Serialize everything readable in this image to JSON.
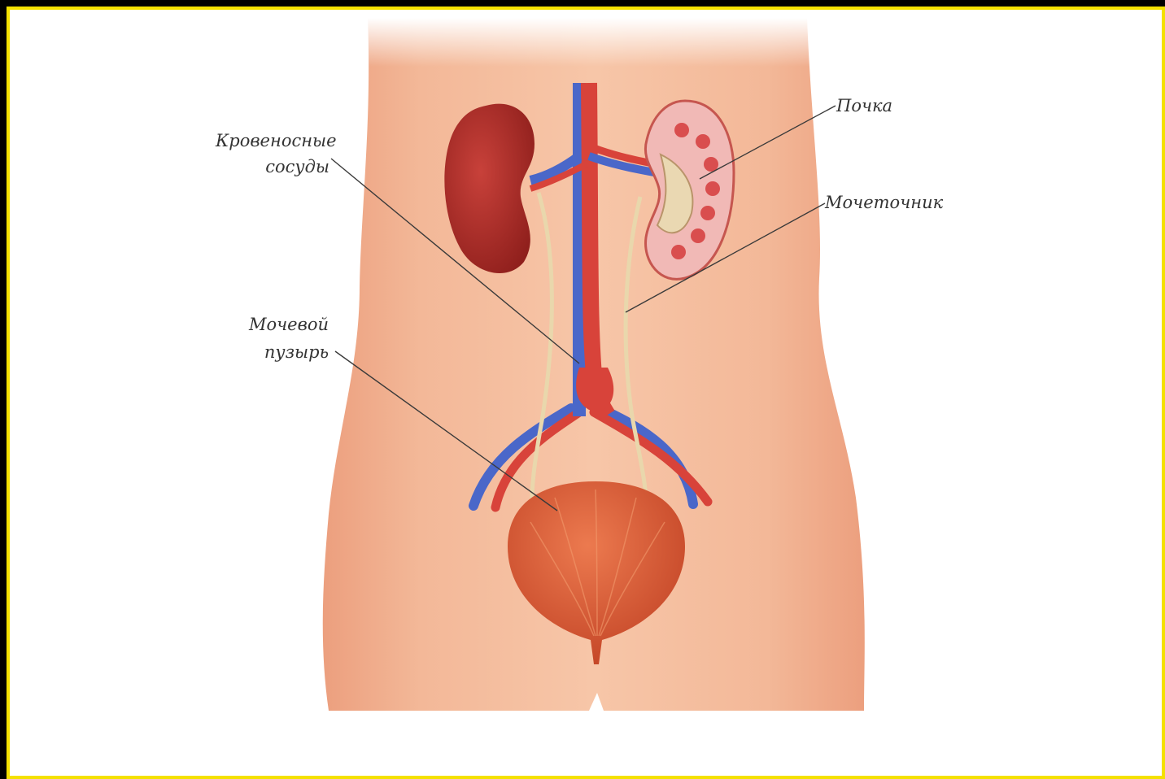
{
  "labels": {
    "blood_vessels_line1": "Кровеносные",
    "blood_vessels_line2": "сосуды",
    "kidney": "Почка",
    "ureter": "Мочеточник",
    "bladder_line1": "Мочевой",
    "bladder_line2": "пузырь"
  },
  "colors": {
    "frame_outer": "#000000",
    "frame_inner": "#f4e100",
    "skin": "#f3b898",
    "kidney": "#b8302a",
    "kidney_section": "#f1b9b6",
    "artery": "#d8433a",
    "vein": "#4a67c9",
    "ureter": "#e9d7ac",
    "bladder": "#d9532f",
    "leader_line": "#3a3a3a"
  }
}
